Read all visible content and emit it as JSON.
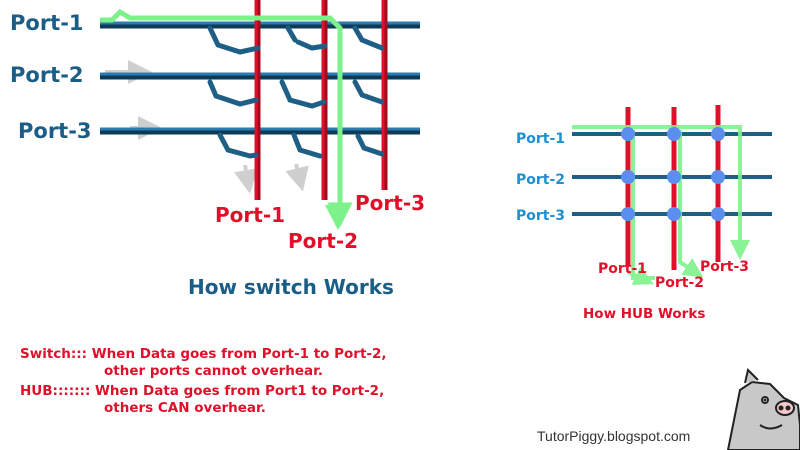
{
  "switch_diagram": {
    "input_ports": [
      "Port-1",
      "Port-2",
      "Port-3"
    ],
    "output_ports": [
      "Port-1",
      "Port-2",
      "Port-3"
    ],
    "caption": "How switch Works"
  },
  "hub_diagram": {
    "input_ports": [
      "Port-1",
      "Port-2",
      "Port-3"
    ],
    "output_ports": [
      "Port-1",
      "Port-2",
      "Port-3"
    ],
    "caption": "How HUB Works"
  },
  "notes": {
    "switch_line1": "Switch::: When Data goes from Port-1 to Port-2,",
    "switch_line2": "other ports cannot overhear.",
    "hub_line1": "HUB::::::: When Data goes from Port1 to Port-2,",
    "hub_line2": "others CAN overhear."
  },
  "footer": "TutorPiggy.blogspot.com",
  "colors": {
    "wire_blue": "#1f5f86",
    "wire_red": "#e0102a",
    "data_path_green": "#7df28a",
    "node_blue": "#5a8ff0",
    "text_blue": "#1a5d86",
    "text_red": "#e0102a"
  }
}
